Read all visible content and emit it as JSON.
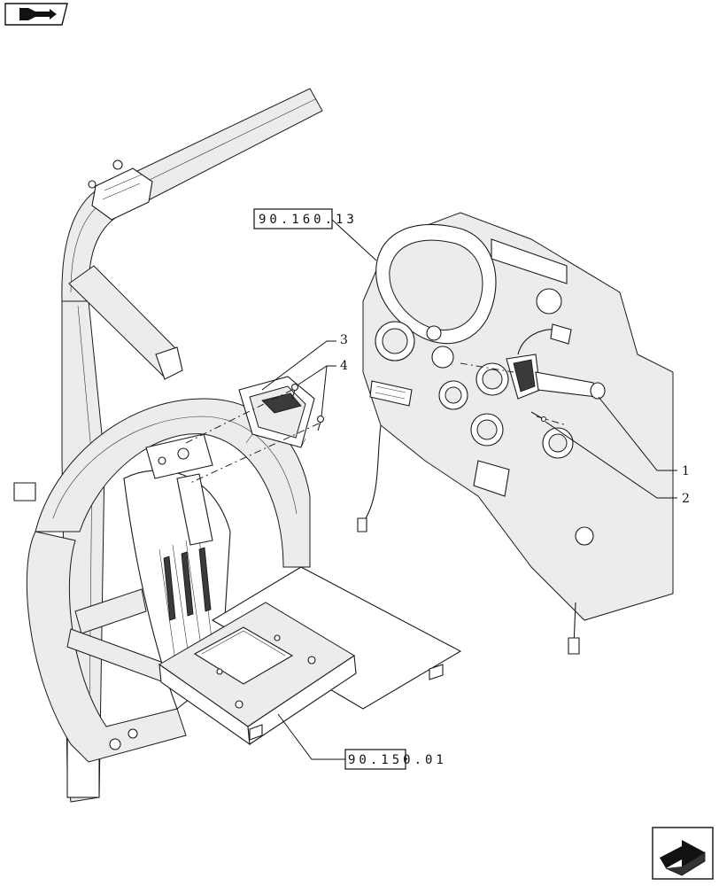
{
  "references": {
    "top": "90.160.13",
    "bottom": "90.150.01"
  },
  "callouts": [
    {
      "id": "1",
      "label": "1"
    },
    {
      "id": "2",
      "label": "2"
    },
    {
      "id": "3",
      "label": "3"
    },
    {
      "id": "4",
      "label": "4"
    }
  ],
  "icons": {
    "top_left": "book-arrow-icon",
    "bottom_right": "next-page-arrow-icon"
  }
}
